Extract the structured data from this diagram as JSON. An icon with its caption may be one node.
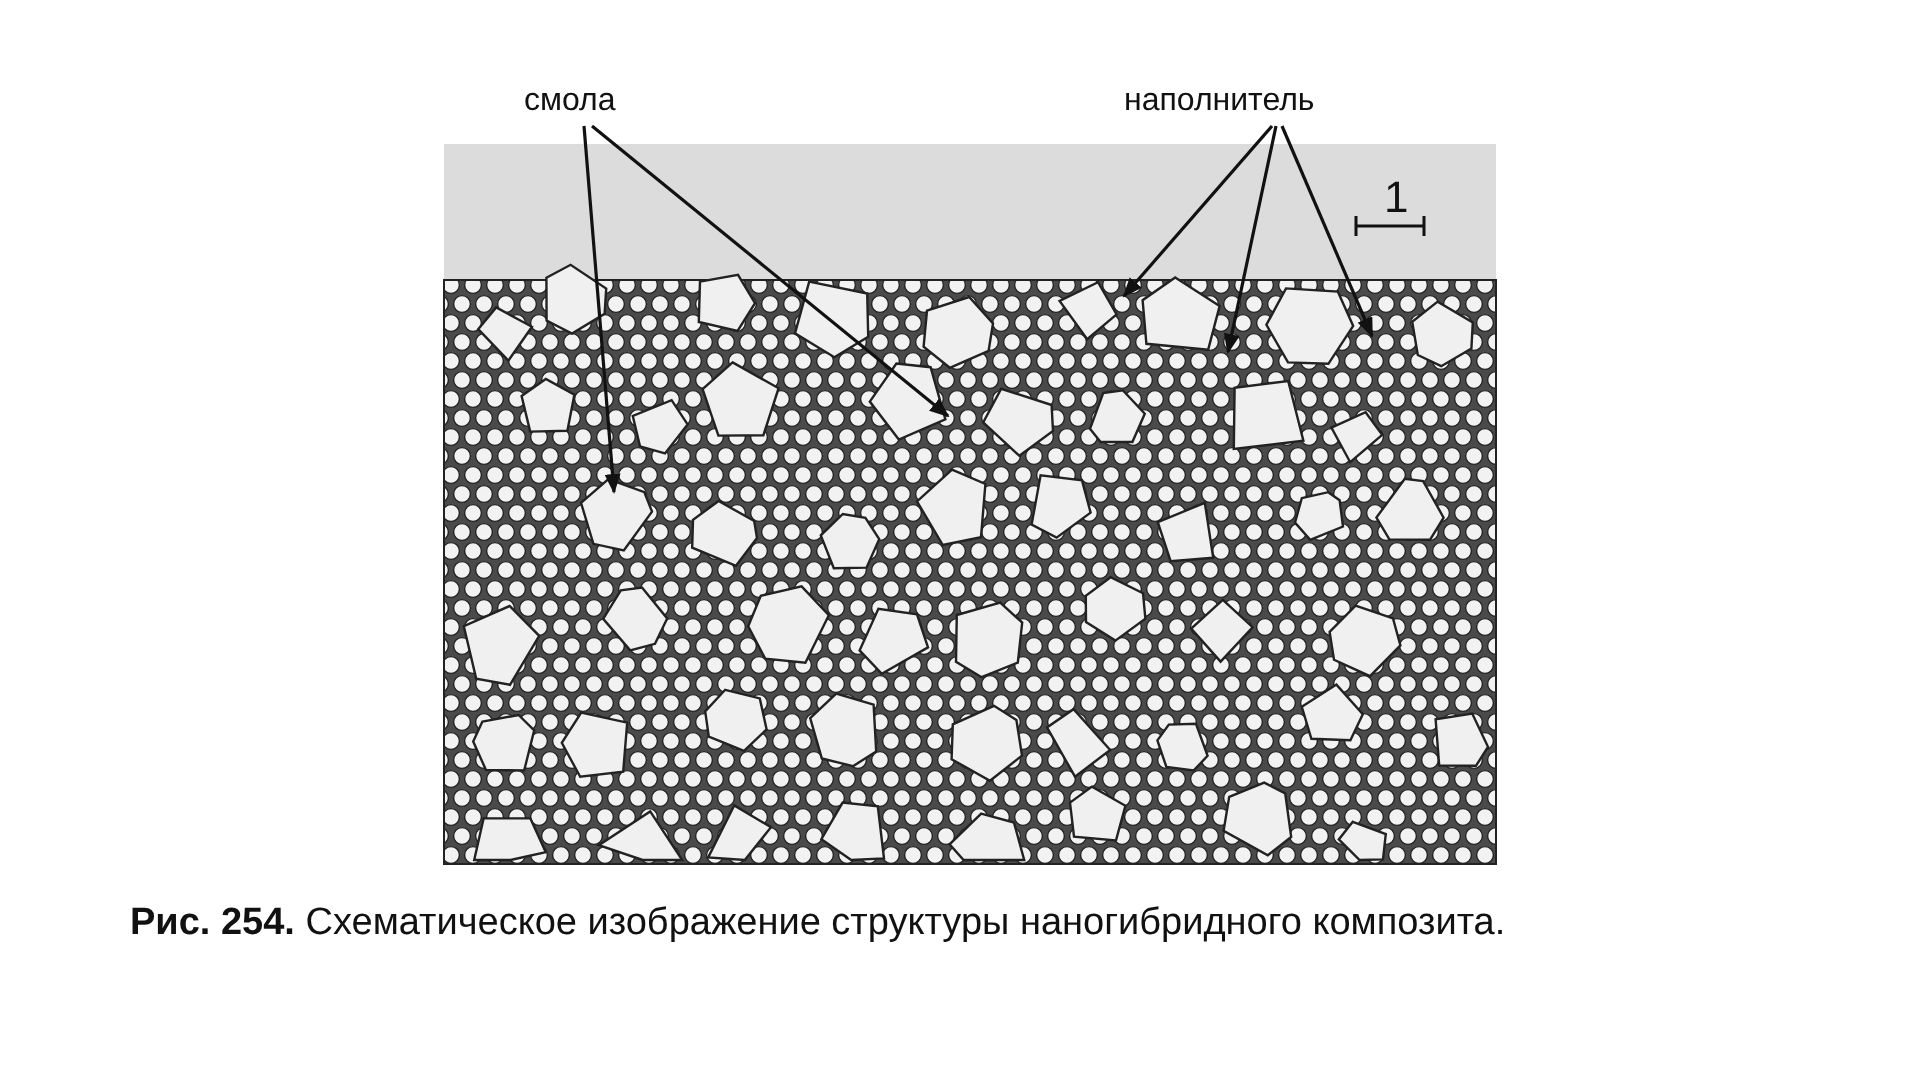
{
  "diagram": {
    "caption": "**Рис. 254.** Схематическое изображение структуры наногибридного композита.",
    "nodes": [
      {
        "text": [
          "смола"
        ]
      },
      {
        "text": [
          "наполнитель"
        ]
      }
    ],
    "edges": [
      {
        "from": 0,
        "to": null,
        "arrow": "to"
      },
      {
        "from": 0,
        "to": null,
        "arrow": "to"
      },
      {
        "from": 1,
        "to": null,
        "arrow": "to"
      },
      {
        "from": 1,
        "to": null,
        "arrow": "to"
      },
      {
        "from": 1,
        "to": null,
        "arrow": "to"
      }
    ],
    "labels": [
      "1"
    ]
  }
}
